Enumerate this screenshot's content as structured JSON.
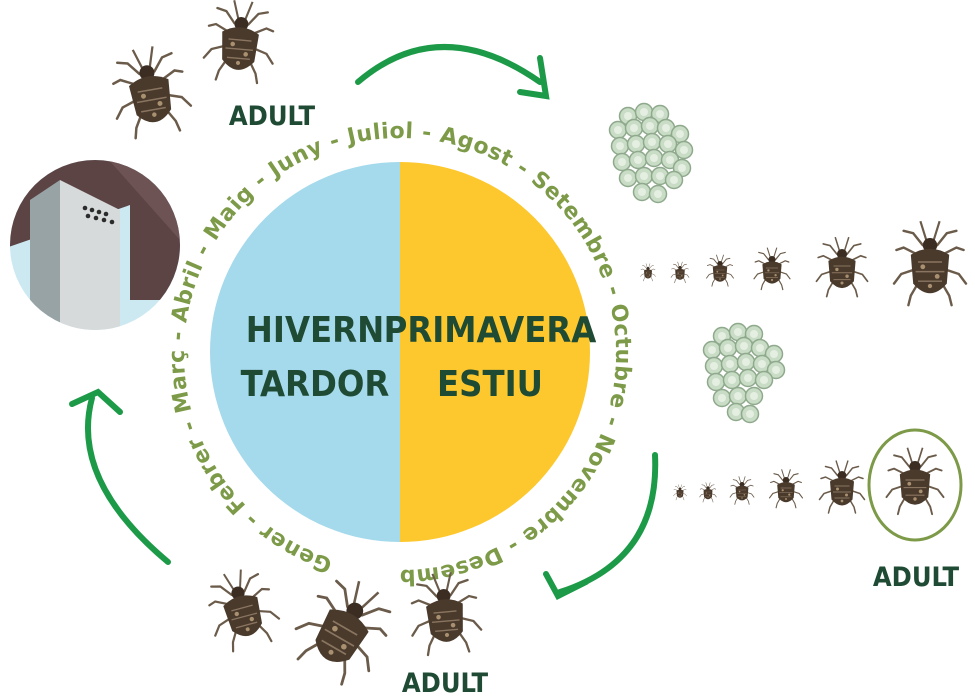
{
  "diagram": {
    "left_half_label": [
      "HIVERN",
      "TARDOR"
    ],
    "right_half_label": [
      "PRIMAVERA",
      "ESTIU"
    ],
    "months_ring": "Gener - Febrer - Març - Abril - Maig - Juny - Juliol - Agost - Setembre - Octubre - Novembre - Desembre - ",
    "stage_labels": {
      "top_adult": "ADULT",
      "right_adult": "ADULT",
      "bottom_adult": "ADULT"
    },
    "colors": {
      "winter_autumn": "#a5d9ec",
      "spring_summer": "#fdc82d",
      "arrow": "#1d9a48",
      "months_text": "#7c9a48",
      "label_text": "#1f4a33",
      "bug_body": "#4a3a2c",
      "egg": "#c9dcc6"
    },
    "icons": [
      "stink-bug-adult-icon",
      "stink-bug-nymph-icon",
      "egg-cluster-icon",
      "house-eave-icon",
      "cycle-arrow-icon"
    ]
  }
}
